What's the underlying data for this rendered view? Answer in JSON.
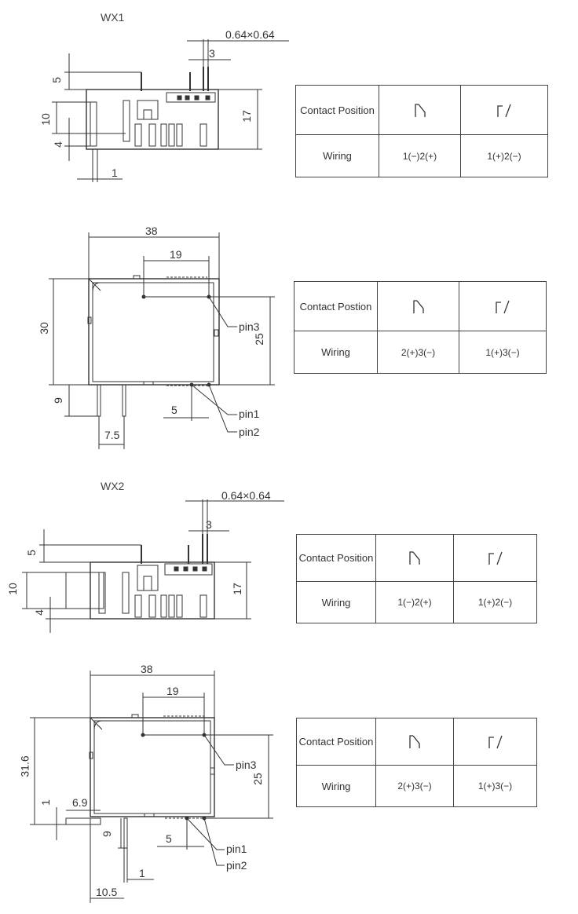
{
  "titles": {
    "wx1": "WX1",
    "wx2": "WX2"
  },
  "wx1_side": {
    "dim_pin_size": "0.64×0.64",
    "dim_3": "3",
    "dim_5": "5",
    "dim_10": "10",
    "dim_4": "4",
    "dim_17": "17",
    "dim_1": "1"
  },
  "wx1_front": {
    "dim_38": "38",
    "dim_19": "19",
    "dim_30": "30",
    "dim_25": "25",
    "dim_9": "9",
    "dim_5": "5",
    "dim_7_5": "7.5",
    "pin3": "pin3",
    "pin1": "pin1",
    "pin2": "pin2"
  },
  "wx2_side": {
    "dim_pin_size": "0.64×0.64",
    "dim_3": "3",
    "dim_5": "5",
    "dim_10": "10",
    "dim_4": "4",
    "dim_17": "17"
  },
  "wx2_front": {
    "dim_38": "38",
    "dim_19": "19",
    "dim_31_6": "31.6",
    "dim_25": "25",
    "dim_1_left": "1",
    "dim_6_9": "6.9",
    "dim_9": "9",
    "dim_5": "5",
    "dim_1": "1",
    "dim_10_5": "10.5",
    "pin3": "pin3",
    "pin1": "pin1",
    "pin2": "pin2"
  },
  "tables": [
    {
      "head": "Contact Position",
      "row2": "Wiring",
      "wiring_a": "1(−)2(+)",
      "wiring_b": "1(+)2(−)"
    },
    {
      "head": "Contact Postion",
      "row2": "Wiring",
      "wiring_a": "2(+)3(−)",
      "wiring_b": "1(+)3(−)"
    },
    {
      "head": "Contact Position",
      "row2": "Wiring",
      "wiring_a": "1(−)2(+)",
      "wiring_b": "1(+)2(−)"
    },
    {
      "head": "Contact Position",
      "row2": "Wiring",
      "wiring_a": "2(+)3(−)",
      "wiring_b": "1(+)3(−)"
    }
  ],
  "symbols": {
    "nc": "normally-closed-contact-icon",
    "no": "normally-open-contact-icon"
  },
  "colors": {
    "line": "#333333",
    "border": "#444444"
  }
}
